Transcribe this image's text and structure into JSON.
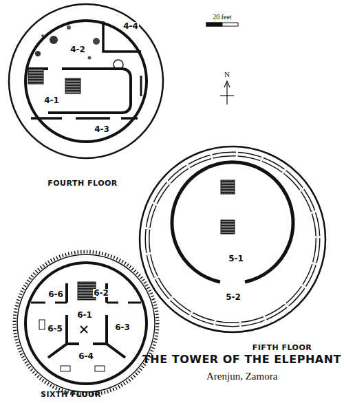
{
  "diagram": {
    "title": "THE TOWER OF THE ELEPHANT",
    "caption": "Arenjun, Zamora",
    "labels": [
      "20 feet",
      "N",
      "4-4",
      "4-2",
      "4-1",
      "4-3",
      "FOURTH FLOOR",
      "5-1",
      "5-2",
      "FIFTH FLOOR",
      "6-6",
      "6-2",
      "6-1",
      "6-3",
      "6-5",
      "6-4",
      "SIXTH FLOOR"
    ]
  }
}
